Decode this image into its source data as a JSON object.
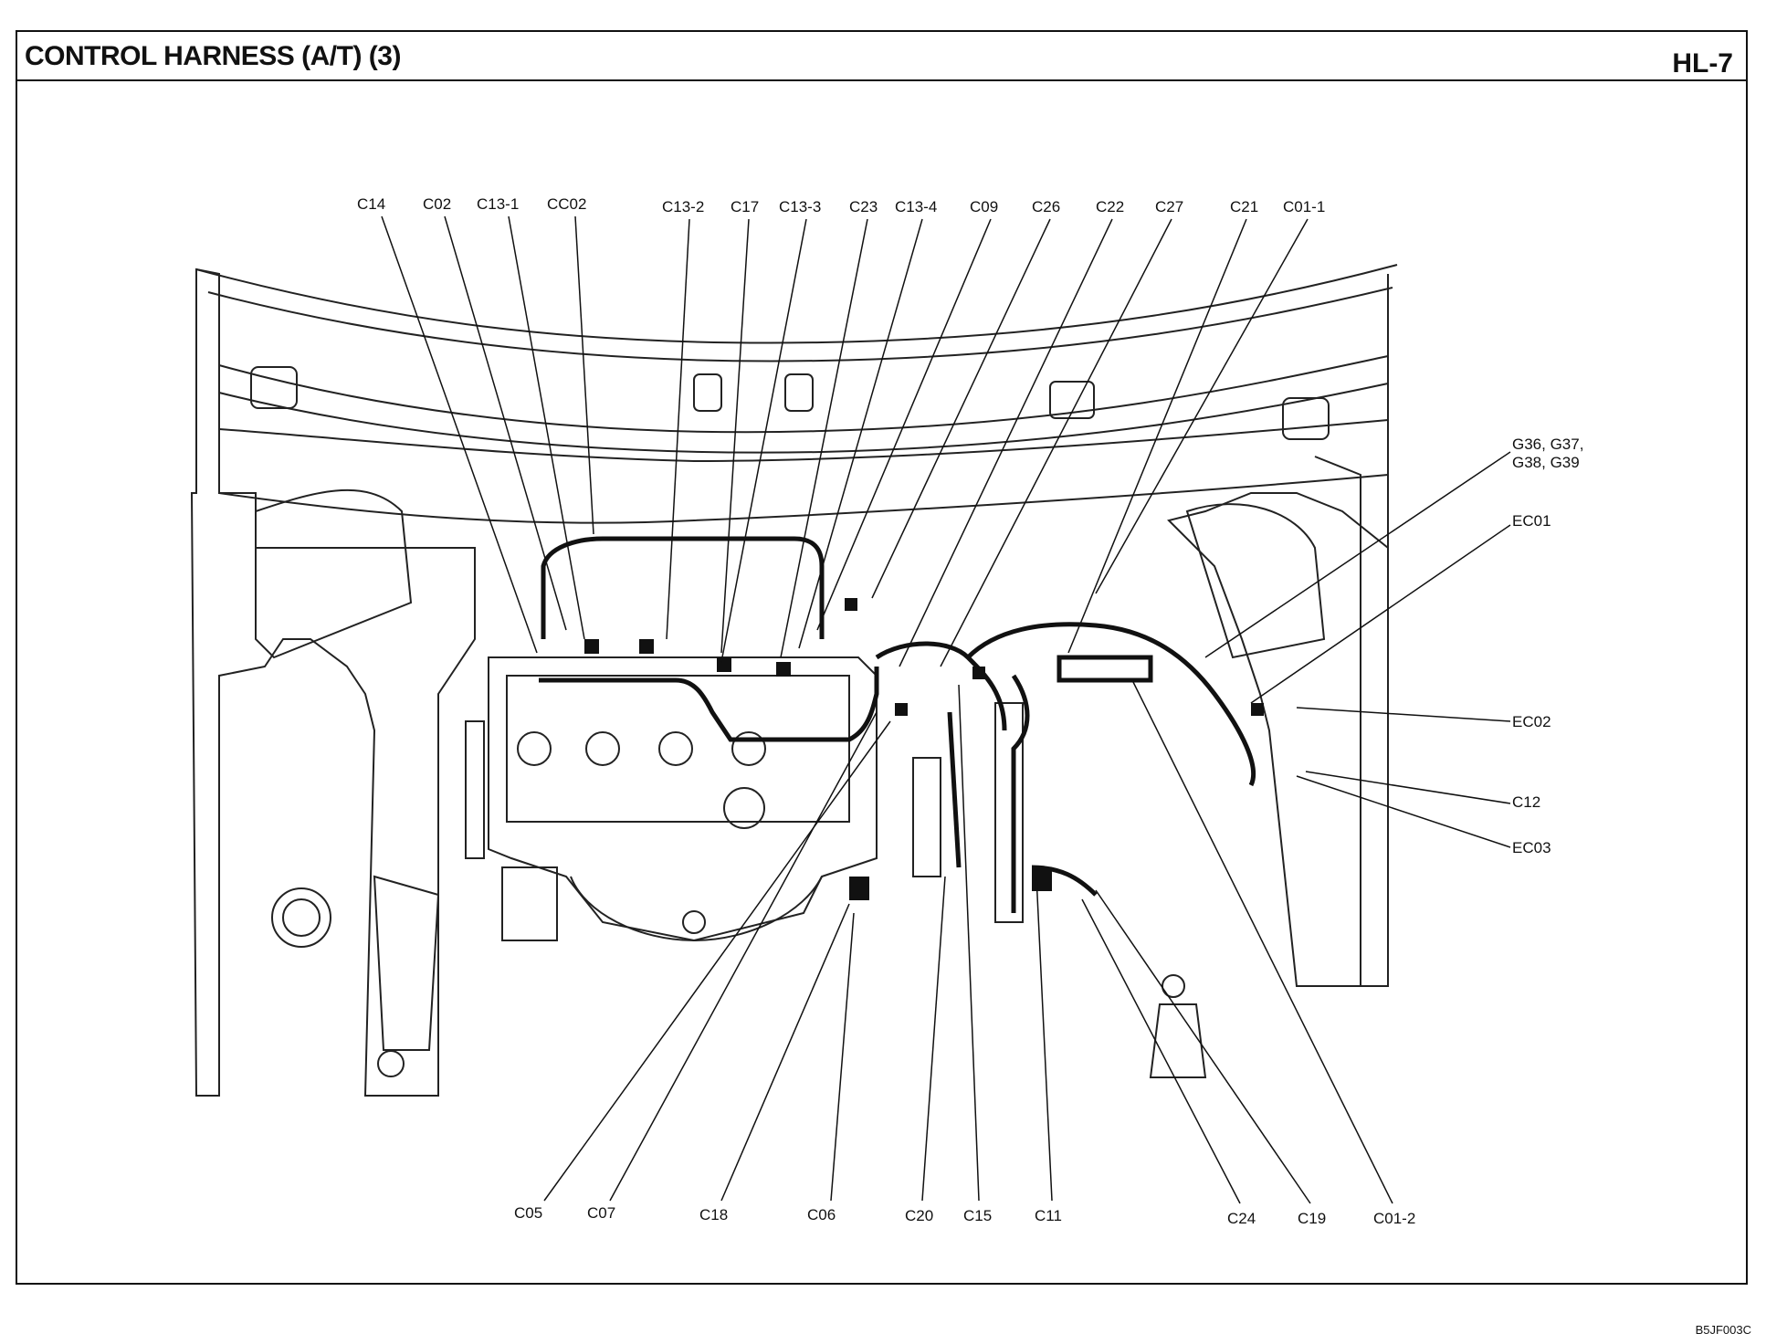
{
  "header": {
    "title": "CONTROL HARNESS (A/T) (3)",
    "page_number": "HL-7"
  },
  "diagram": {
    "callouts_top": [
      "C14",
      "C02",
      "C13-1",
      "CC02",
      "C13-2",
      "C17",
      "C13-3",
      "C23",
      "C13-4",
      "C09",
      "C26",
      "C22",
      "C27",
      "C21",
      "C01-1"
    ],
    "callouts_right": [
      "G36, G37,",
      "G38, G39",
      "EC01",
      "EC02",
      "C12",
      "EC03"
    ],
    "callouts_bottom": [
      "C05",
      "C07",
      "C18",
      "C06",
      "C20",
      "C15",
      "C11",
      "C24",
      "C19",
      "C01-2"
    ]
  },
  "footer": {
    "reference_code": "B5JF003C"
  }
}
